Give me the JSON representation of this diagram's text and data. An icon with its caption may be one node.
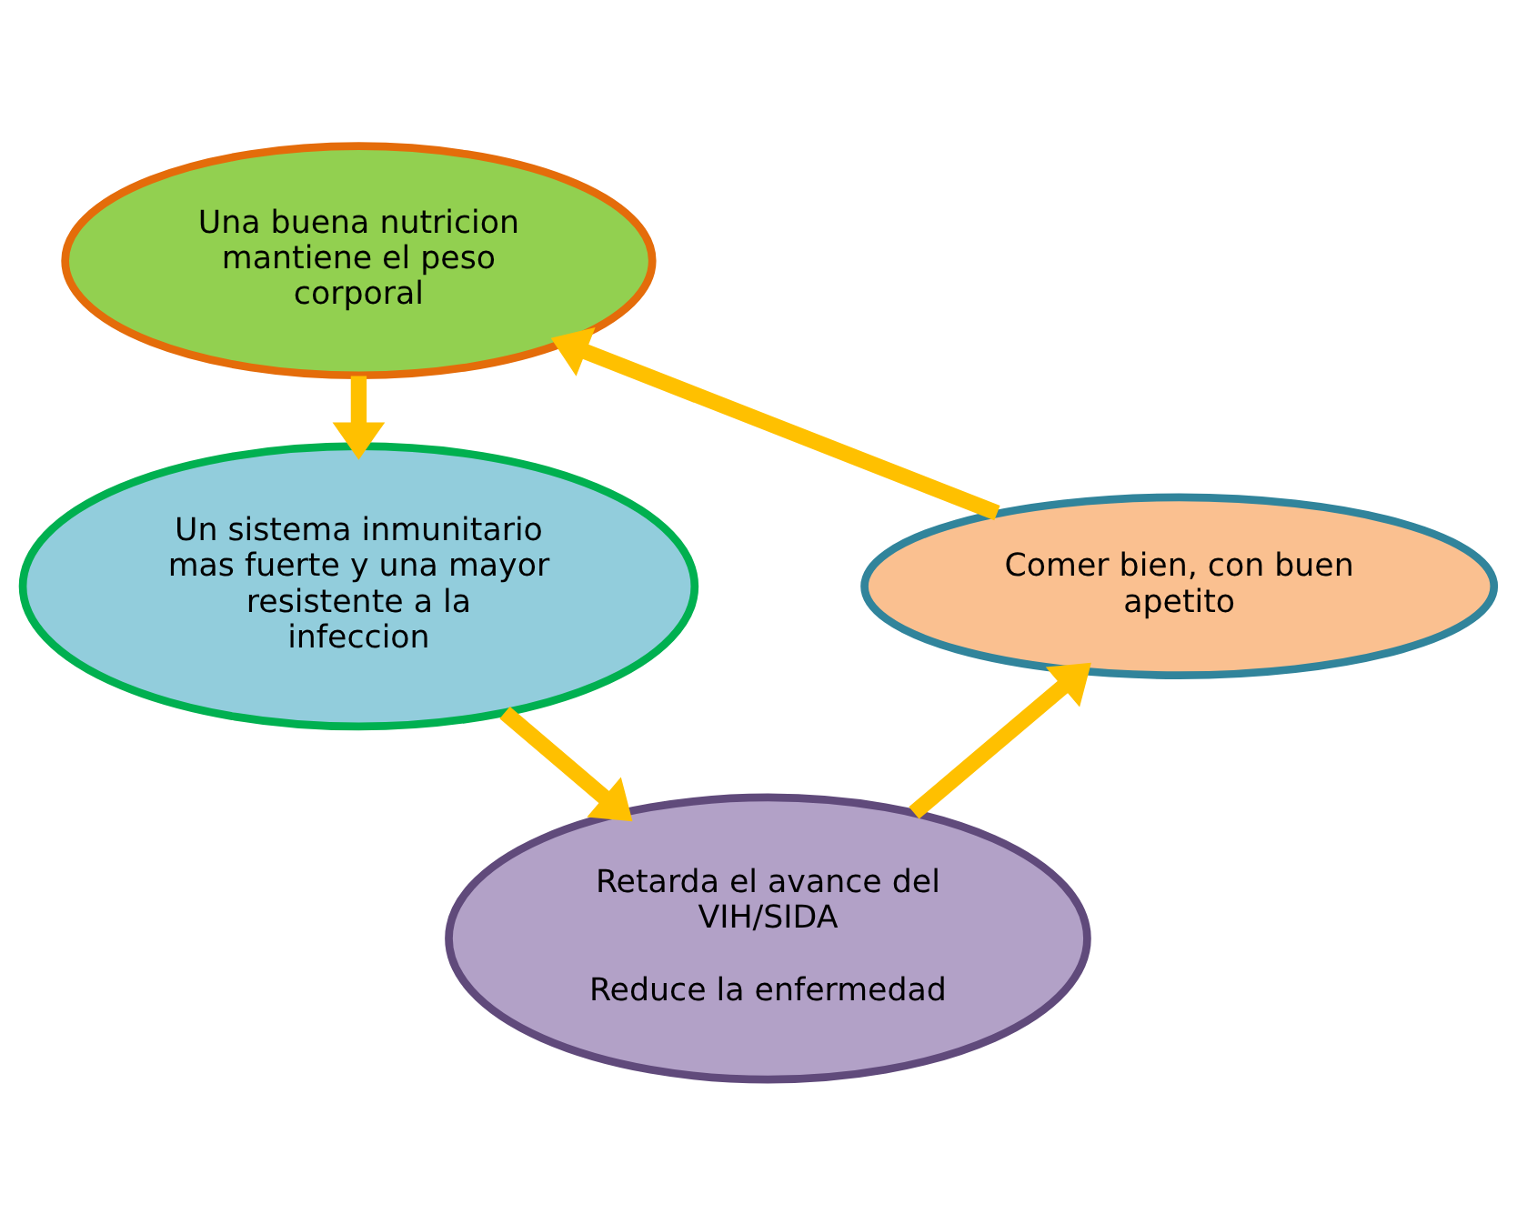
{
  "diagram": {
    "nodes": [
      {
        "text": [
          "Una buena nutricion mantiene el peso corporal"
        ]
      },
      {
        "text": [
          "Un sistema inmunitario mas fuerte y una mayor resistente a la infeccion"
        ]
      },
      {
        "text": [
          "Retarda el avance del VIH/SIDA",
          "Reduce la enfermedad"
        ]
      },
      {
        "text": [
          "Comer bien, con buen apetito"
        ]
      }
    ],
    "edges": [
      {
        "from": 0,
        "to": 1,
        "arrow": "to"
      },
      {
        "from": 1,
        "to": 2,
        "arrow": "to"
      },
      {
        "from": 2,
        "to": 3,
        "arrow": "to"
      },
      {
        "from": 3,
        "to": 0,
        "arrow": "to"
      }
    ]
  }
}
